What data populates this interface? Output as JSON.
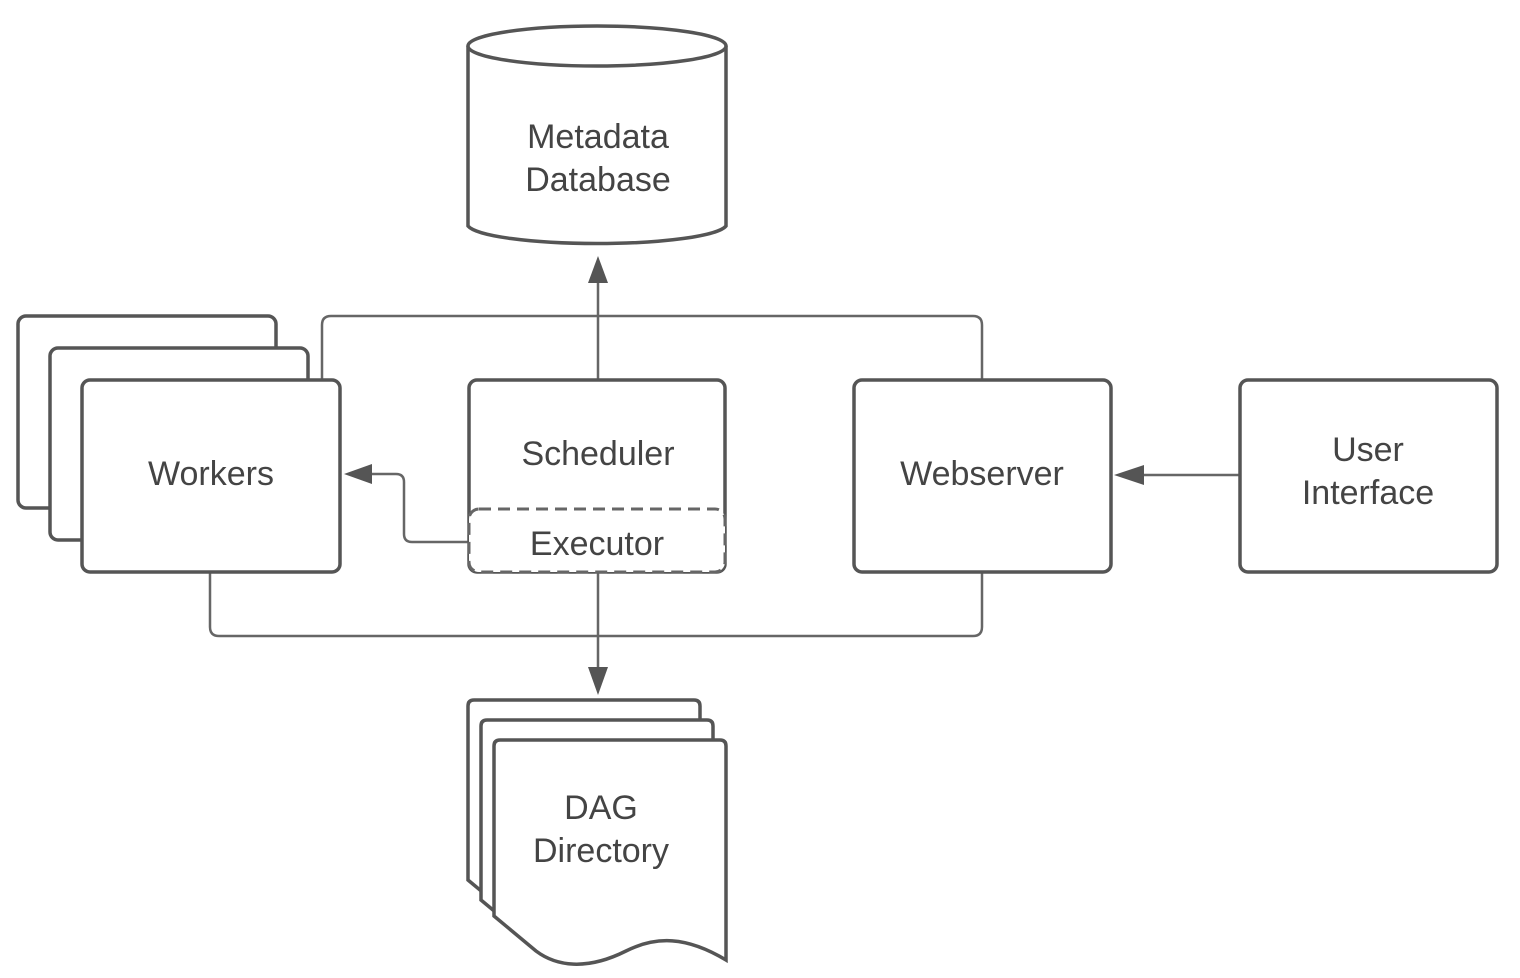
{
  "nodes": {
    "metadata_database": {
      "line1": "Metadata",
      "line2": "Database"
    },
    "workers": {
      "label": "Workers"
    },
    "scheduler": {
      "label": "Scheduler"
    },
    "executor": {
      "label": "Executor"
    },
    "webserver": {
      "label": "Webserver"
    },
    "user_interface": {
      "line1": "User",
      "line2": "Interface"
    },
    "dag_directory": {
      "line1": "DAG",
      "line2": "Directory"
    }
  },
  "edges": [
    {
      "from": "scheduler",
      "to": "metadata_database",
      "style": "solid"
    },
    {
      "from": "workers",
      "to": "metadata_database",
      "style": "solid"
    },
    {
      "from": "webserver",
      "to": "metadata_database",
      "style": "solid"
    },
    {
      "from": "executor",
      "to": "workers",
      "style": "solid"
    },
    {
      "from": "user_interface",
      "to": "webserver",
      "style": "solid"
    },
    {
      "from": "executor",
      "to": "dag_directory",
      "style": "solid"
    },
    {
      "from": "workers",
      "to": "dag_directory",
      "style": "solid"
    },
    {
      "from": "webserver",
      "to": "dag_directory",
      "style": "solid"
    }
  ]
}
